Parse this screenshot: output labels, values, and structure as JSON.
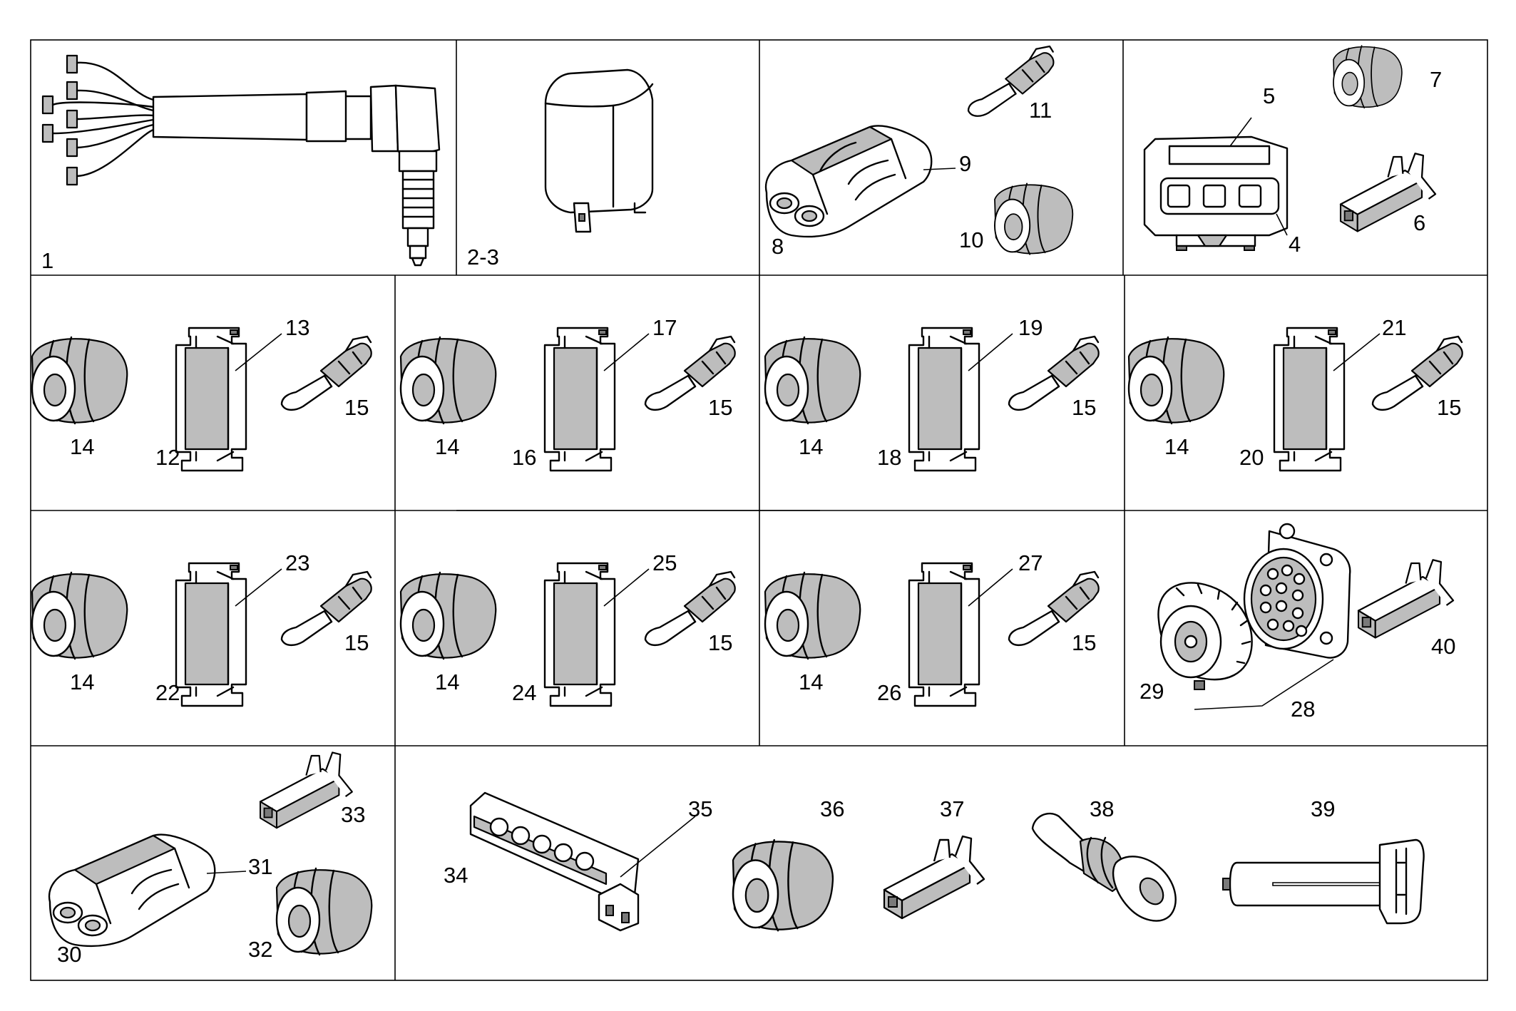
{
  "callouts": {
    "c1": "1",
    "c2_3": "2-3",
    "c4": "4",
    "c5": "5",
    "c6": "6",
    "c7": "7",
    "c8": "8",
    "c9": "9",
    "c10": "10",
    "c11": "11",
    "c12": "12",
    "c13": "13",
    "c14": "14",
    "c15": "15",
    "c16": "16",
    "c17": "17",
    "c18": "18",
    "c19": "19",
    "c20": "20",
    "c21": "21",
    "c22": "22",
    "c23": "23",
    "c24": "24",
    "c25": "25",
    "c26": "26",
    "c27": "27",
    "c28": "28",
    "c29": "29",
    "c30": "30",
    "c31": "31",
    "c32": "32",
    "c33": "33",
    "c34": "34",
    "c35": "35",
    "c36": "36",
    "c37": "37",
    "c38": "38",
    "c39": "39",
    "c40": "40"
  }
}
